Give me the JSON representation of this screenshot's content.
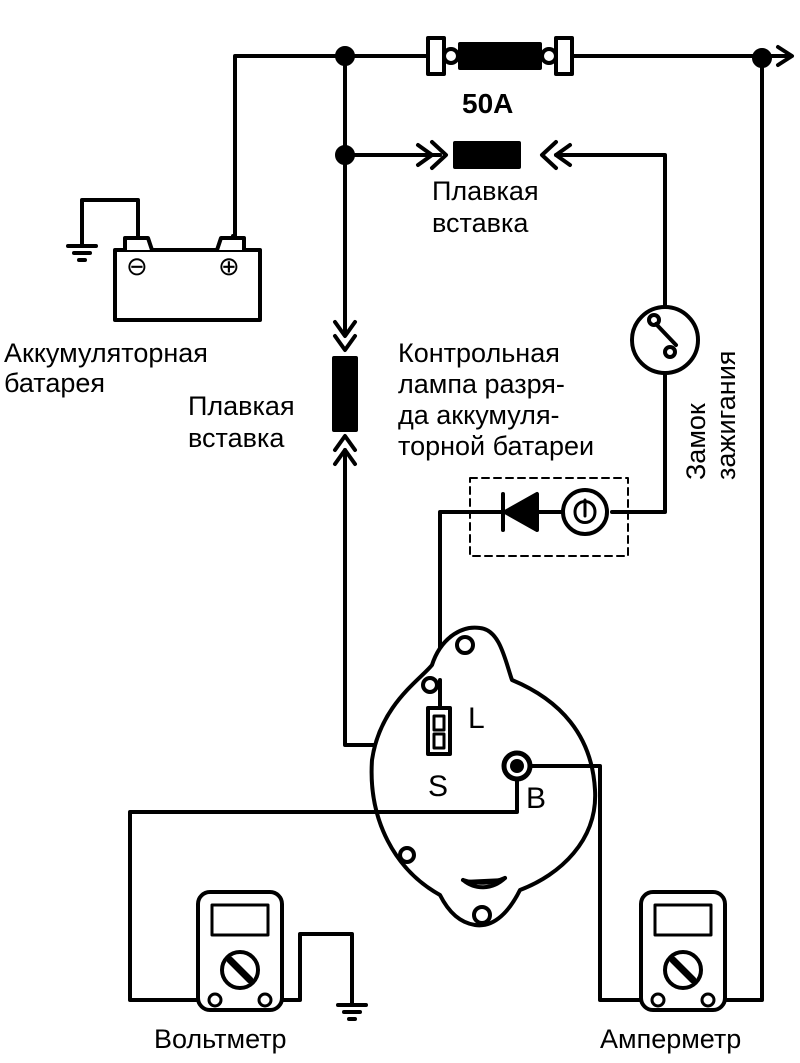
{
  "labels": {
    "fuse_main_rating": "50A",
    "fuse_top_line1": "Плавкая",
    "fuse_top_line2": "вставка",
    "battery_line1": "Аккумуляторная",
    "battery_line2": "батарея",
    "fuse_left_line1": "Плавкая",
    "fuse_left_line2": "вставка",
    "lamp_line1": "Контрольная",
    "lamp_line2": "лампа разря-",
    "lamp_line3": "да аккумуля-",
    "lamp_line4": "торной батареи",
    "ignition_line1": "Замок",
    "ignition_line2": "зажигания",
    "terminal_l": "L",
    "terminal_s": "S",
    "terminal_b": "B",
    "voltmeter": "Вольтметр",
    "ammeter": "Амперметр"
  },
  "battery_symbols": {
    "negative": "⊖",
    "positive": "⊕"
  }
}
